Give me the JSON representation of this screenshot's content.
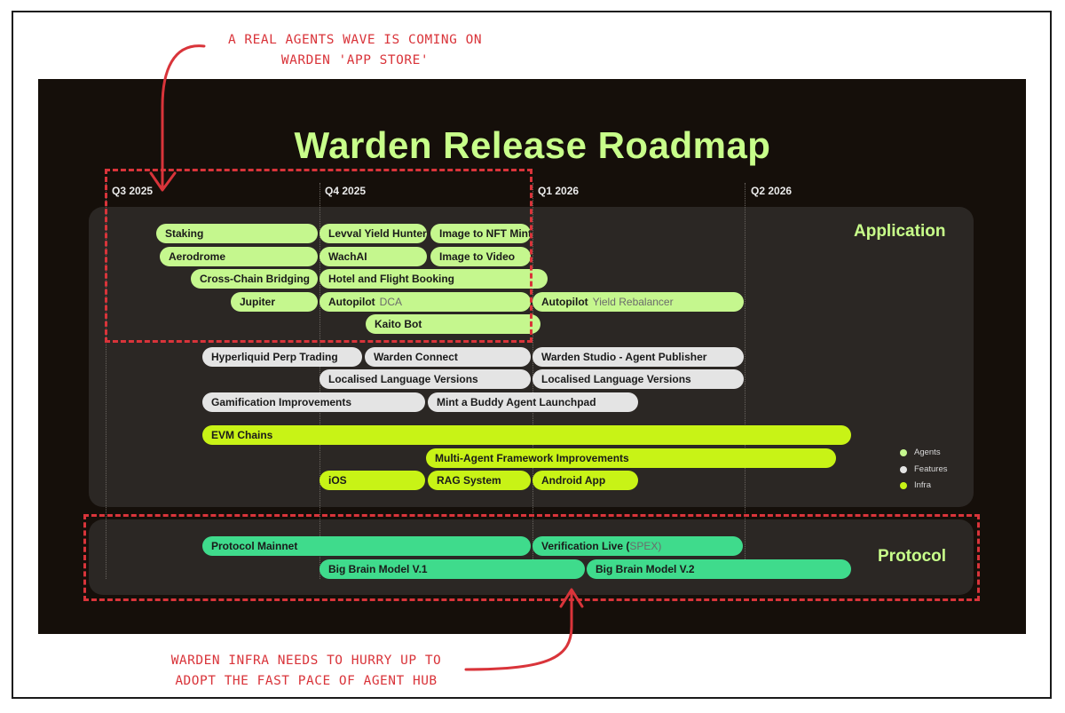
{
  "title": "Warden Release Roadmap",
  "quarters": [
    "Q3 2025",
    "Q4 2025",
    "Q1 2026",
    "Q2 2026"
  ],
  "sections": {
    "application": "Application",
    "protocol": "Protocol"
  },
  "legend": [
    {
      "label": "Agents",
      "color": "#c5f78e"
    },
    {
      "label": "Features",
      "color": "#e4e4e4"
    },
    {
      "label": "Infra",
      "color": "#c8f316"
    }
  ],
  "bars": {
    "staking": "Staking",
    "levval": "Levval Yield Hunter",
    "image_nft": "Image to NFT Mint",
    "aerodrome": "Aerodrome",
    "wachai": "WachAI",
    "image_video": "Image to Video",
    "crosschain": "Cross-Chain Bridging",
    "hotel": "Hotel and Flight Booking",
    "jupiter": "Jupiter",
    "autopilot_dca": {
      "main": "Autopilot",
      "sub": "DCA"
    },
    "autopilot_yield": {
      "main": "Autopilot",
      "sub": "Yield Rebalancer"
    },
    "kaito": "Kaito Bot",
    "hyperliquid": "Hyperliquid Perp Trading",
    "warden_connect": "Warden Connect",
    "warden_studio": "Warden Studio - Agent Publisher",
    "localised_1": "Localised Language Versions",
    "localised_2": "Localised Language Versions",
    "gamification": "Gamification Improvements",
    "mint_buddy": "Mint a Buddy Agent Launchpad",
    "evm": "EVM Chains",
    "multi_agent": "Multi-Agent Framework Improvements",
    "ios": "iOS",
    "rag": "RAG System",
    "android": "Android App",
    "protocol_mainnet": "Protocol Mainnet",
    "verification": {
      "main": "Verification Live (",
      "sub": "SPEX",
      "end": ")"
    },
    "bigbrain_1": "Big Brain Model V.1",
    "bigbrain_2": "Big Brain Model V.2"
  },
  "annotations": {
    "top_line1": "A REAL AGENTS WAVE IS COMING ON",
    "top_line2": "WARDEN 'APP STORE'",
    "bottom_line1": "WARDEN INFRA NEEDS TO HURRY UP TO",
    "bottom_line2": "ADOPT THE FAST PACE OF AGENT HUB"
  },
  "colors": {
    "agents": "#c5f78e",
    "features": "#e4e4e4",
    "infra": "#c8f316",
    "protocol": "#3fdb8c",
    "annotation": "#d9343a",
    "title": "#c8ff8a"
  }
}
